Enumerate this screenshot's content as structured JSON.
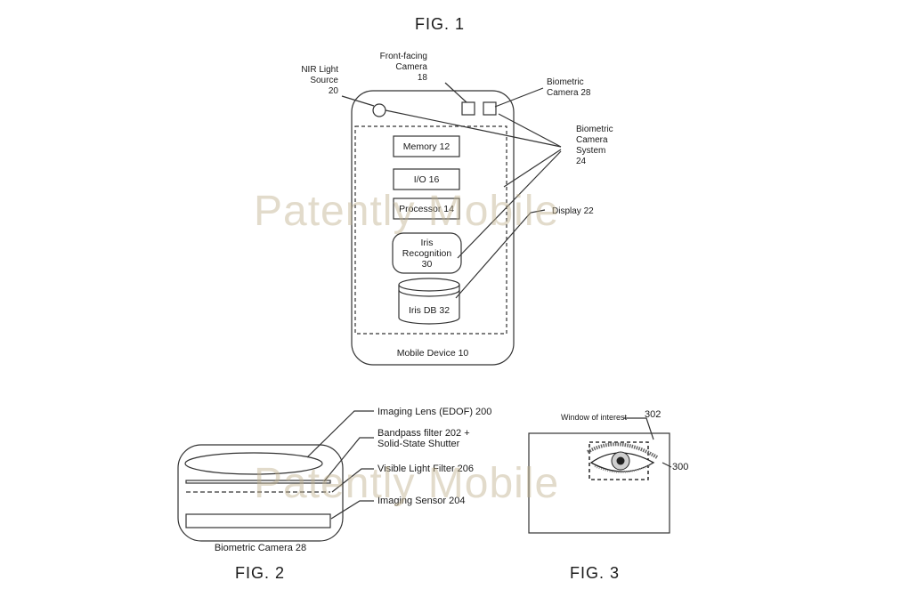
{
  "figures": {
    "fig1": "FIG. 1",
    "fig2": "FIG. 2",
    "fig3": "FIG. 3"
  },
  "watermark": "Patently Mobile",
  "fig1_labels": {
    "nir_light_source": "NIR Light\nSource\n20",
    "front_camera": "Front-facing\nCamera\n18",
    "biometric_camera": "Biometric\nCamera 28",
    "biometric_camera_system": "Biometric\nCamera\nSystem\n24",
    "display": "Display 22",
    "memory": "Memory 12",
    "io": "I/O 16",
    "processor": "Processor 14",
    "iris_recognition": "Iris\nRecognition\n30",
    "iris_db": "Iris DB 32",
    "mobile_device": "Mobile Device 10"
  },
  "fig2_labels": {
    "imaging_lens": "Imaging Lens (EDOF)  200",
    "bandpass_filter": "Bandpass filter 202 +\nSolid-State Shutter",
    "visible_light_filter": "Visible Light Filter 206",
    "imaging_sensor": "Imaging Sensor 204",
    "biometric_camera": "Biometric Camera 28"
  },
  "fig3_labels": {
    "window_of_interest": "Window of interest",
    "window_number": "302",
    "image_number": "300"
  },
  "colors": {
    "line": "#333333",
    "watermark": "#bfae8c"
  }
}
